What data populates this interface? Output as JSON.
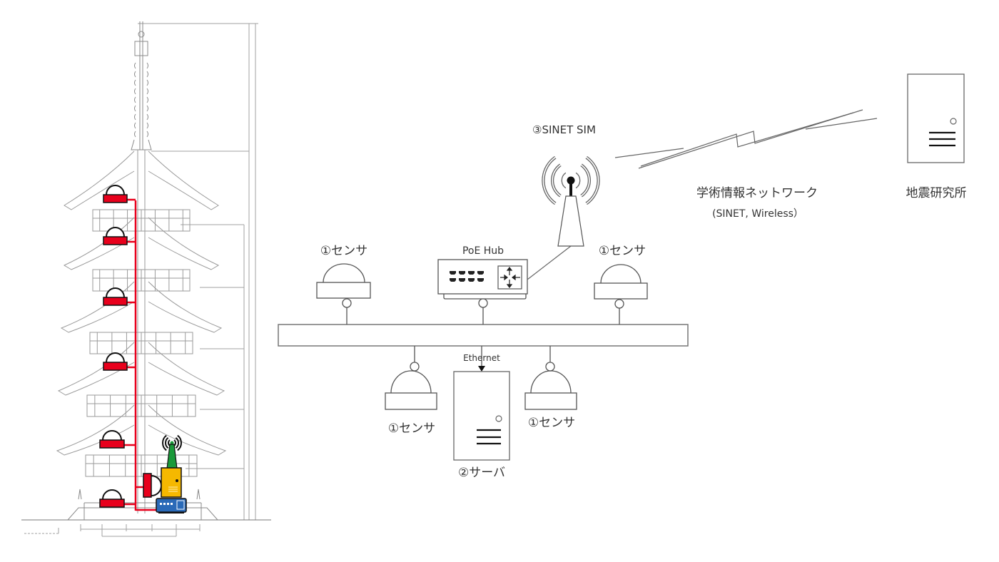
{
  "pagoda": {
    "description_label": "",
    "colors": {
      "sensor": "#e8001c",
      "cable": "#e8001c",
      "server": "#f5b800",
      "antenna": "#1a9a3a",
      "hub": "#2a6ab8",
      "drawing": "#8a8a8a"
    },
    "sensor_count": 7
  },
  "network": {
    "sensors": [
      {
        "id": "sensor-top-left",
        "label": "①センサ"
      },
      {
        "id": "sensor-top-right",
        "label": "①センサ"
      },
      {
        "id": "sensor-bottom-left",
        "label": "①センサ"
      },
      {
        "id": "sensor-bottom-right",
        "label": "①センサ"
      }
    ],
    "poe_hub": {
      "label": "PoE Hub"
    },
    "server": {
      "label": "②サーバ"
    },
    "ethernet": {
      "label": "Ethernet"
    },
    "sim": {
      "label": "③SINET SIM"
    },
    "wan": {
      "label": "学術情報ネットワーク",
      "sublabel": "(SINET, Wireless）"
    },
    "institute": {
      "label": "地震研究所"
    },
    "line_color": "#777777",
    "dark_color": "#111111"
  }
}
